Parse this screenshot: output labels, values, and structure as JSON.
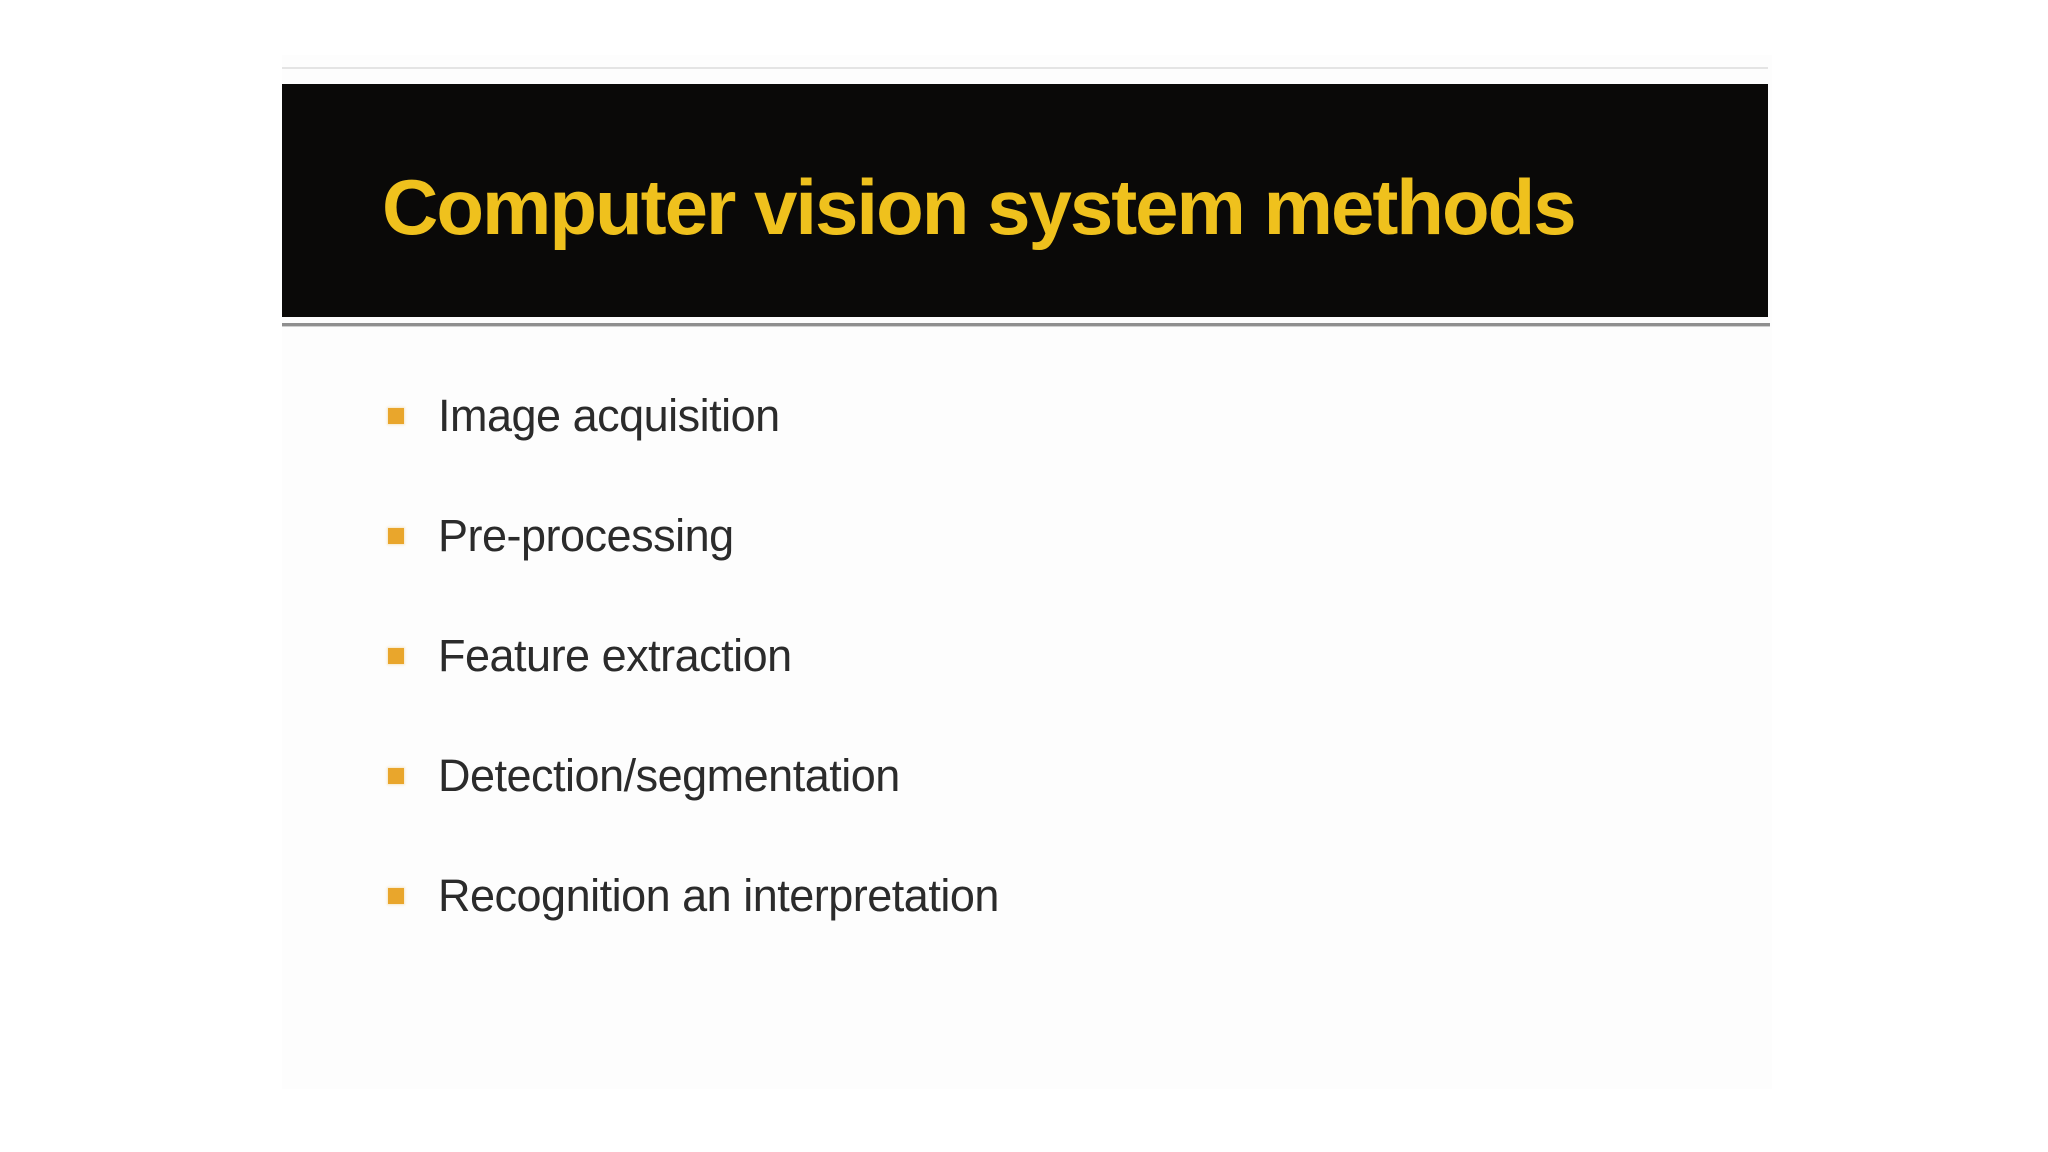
{
  "slide": {
    "title": "Computer vision system methods",
    "bullets": [
      "Image acquisition",
      "Pre-processing",
      "Feature extraction",
      "Detection/segmentation",
      "Recognition an interpretation"
    ],
    "colors": {
      "page_bg": "#FFFFFF",
      "slide_bg": "#FDFDFD",
      "top_edge_line": "#E4E4E4",
      "title_bar_bg": "#0A0908",
      "title_text": "#EFC11D",
      "separator": "#8F8F8F",
      "bullet_marker": "#E9A62C",
      "body_text": "#2B2B2B"
    }
  }
}
